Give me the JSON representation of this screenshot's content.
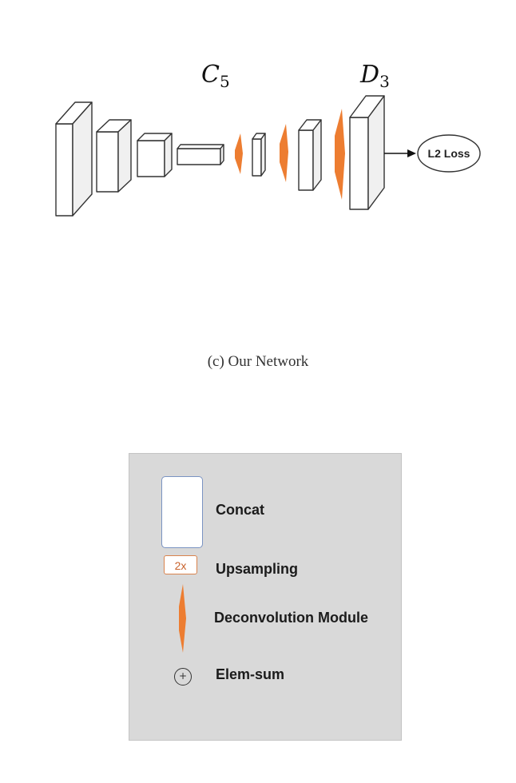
{
  "figure": {
    "labels": {
      "c5_main": "C",
      "c5_sub": "5",
      "d3_main": "D",
      "d3_sub": "3"
    },
    "loss_label": "L2 Loss",
    "caption": "(c) Our Network"
  },
  "legend": {
    "concat_label": "Concat",
    "upsampling_badge": "2x",
    "upsampling_label": "Upsampling",
    "deconv_label": "Deconvolution Module",
    "elemsum_symbol": "+",
    "elemsum_label": "Elem-sum"
  },
  "colors": {
    "deconv_orange": "#ed7d31",
    "box_stroke": "#333333",
    "box_fill": "#ffffff",
    "legend_bg": "#d9d9d9"
  }
}
